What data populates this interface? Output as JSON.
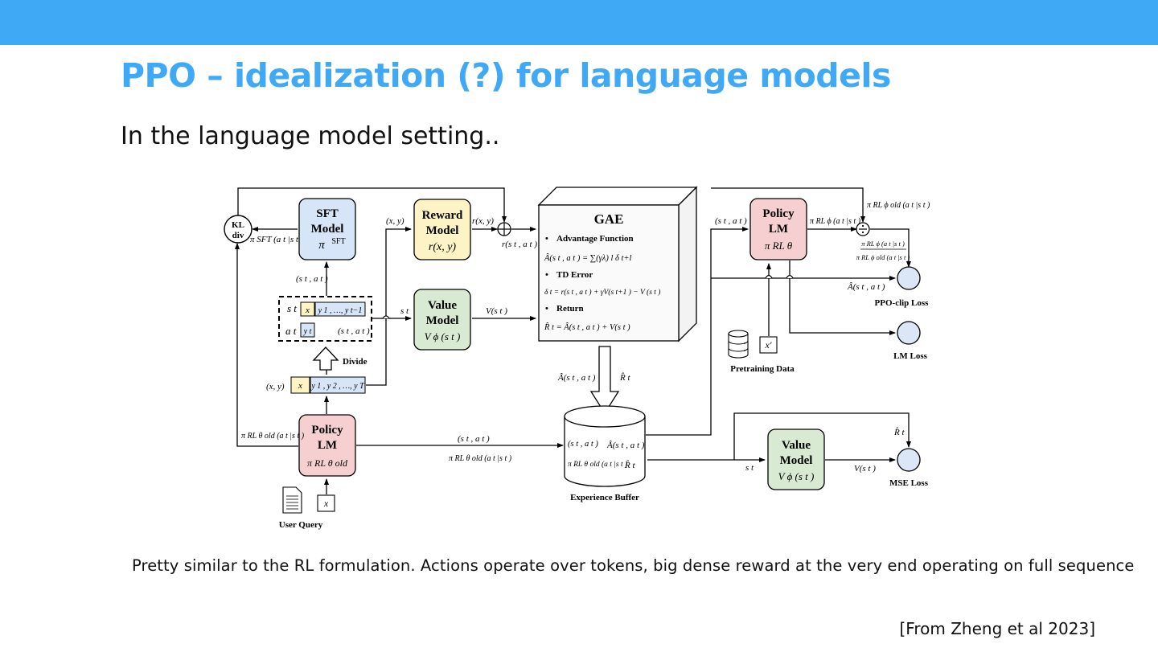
{
  "slide": {
    "title": "PPO – idealization (?) for language models",
    "subtitle": "In the language model setting..",
    "caption": "Pretty similar to the RL formulation. Actions operate over tokens, big dense reward at the very end operating on full sequence",
    "citation": "[From Zheng et al 2023]"
  },
  "colors": {
    "accent": "#3fa9f5",
    "sft_box": "#d6e5f7",
    "reward_box": "#fdf3c4",
    "value_box": "#d9ead3",
    "policy_box": "#f6d0d0",
    "loss_circle": "#dbe7f6"
  },
  "diagram": {
    "kl": {
      "l1": "KL",
      "l2": "div"
    },
    "sft": {
      "l1": "SFT",
      "l2": "Model",
      "pi": "π",
      "sup": "SFT"
    },
    "pi_sft_label": "π SFT (a t |s t )",
    "reward": {
      "l1": "Reward",
      "l2": "Model",
      "expr": "r(x, y)"
    },
    "value1": {
      "l1": "Value",
      "l2": "Model",
      "expr": "V ϕ (s t )"
    },
    "policy_old": {
      "l1": "Policy",
      "l2": "LM",
      "expr": "π RL θ old"
    },
    "policy_new": {
      "l1": "Policy",
      "l2": "LM",
      "expr": "π RL θ"
    },
    "value2": {
      "l1": "Value",
      "l2": "Model",
      "expr": "V ϕ (s t )"
    },
    "gae": {
      "title": "GAE",
      "h1": "Advantage Function",
      "f1": "Â(s t , a t ) = ∑(γλ) l δ t+l",
      "h2": "TD Error",
      "f2": "δ t = r(s t , a t ) + γV(s t+1 ) − V (s t )",
      "h3": "Return",
      "f3": "R̂ t = Â(s t , a t ) + V(s t )"
    },
    "state_block": {
      "s_label": "s t",
      "x_token": "x",
      "y_tokens": "y 1 , …, y t−1",
      "a_label": "a t",
      "y_t": "y t",
      "sa": "(s t , a t )"
    },
    "divide": "Divide",
    "seq_block": {
      "xy": "(x, y)",
      "x_token": "x",
      "y_tokens": "y 1 , y 2 , …, y T"
    },
    "labels": {
      "st_at_up": "(s t , a t )",
      "xy_reward": "(x, y)",
      "rxy": "r(x, y)",
      "r_st_at": "r(s t , a t )",
      "st": "s t",
      "v_st": "V(s t )",
      "pi_old_left": "π RL θ old (a t |s t )",
      "buffer_in_1": "(s t , a t )",
      "buffer_in_2": "π RL θ old (a t |s t )",
      "a_hat": "Â(s t , a t )",
      "r_hat": "R̂ t",
      "st_at_right": "(s t , a t )",
      "pi_old_top": "π RL ϕ old (a t |s t )",
      "pi_phi": "π RL ϕ (a t |s t )",
      "ratio_num": "π RL ϕ (a t |s t )",
      "ratio_den": "π RL ϕ old (a t |s t )",
      "a_hat_right": "Â(s t , a t )",
      "r_hat_value": "R̂ t",
      "st_value": "s t",
      "v_st_value": "V(s t )",
      "x_prime": "x′",
      "x_query": "x"
    },
    "buffer": {
      "r1c1": "(s t , a t )",
      "r1c2": "Â(s t , a t )",
      "r2c1": "π RL θ old (a t |s t )",
      "r2c2": "R̂ t",
      "name": "Experience Buffer"
    },
    "ppo_clip_loss": "PPO-clip Loss",
    "lm_loss": "LM Loss",
    "mse_loss": "MSE Loss",
    "pretraining_data": "Pretraining Data",
    "user_query": "User Query"
  }
}
